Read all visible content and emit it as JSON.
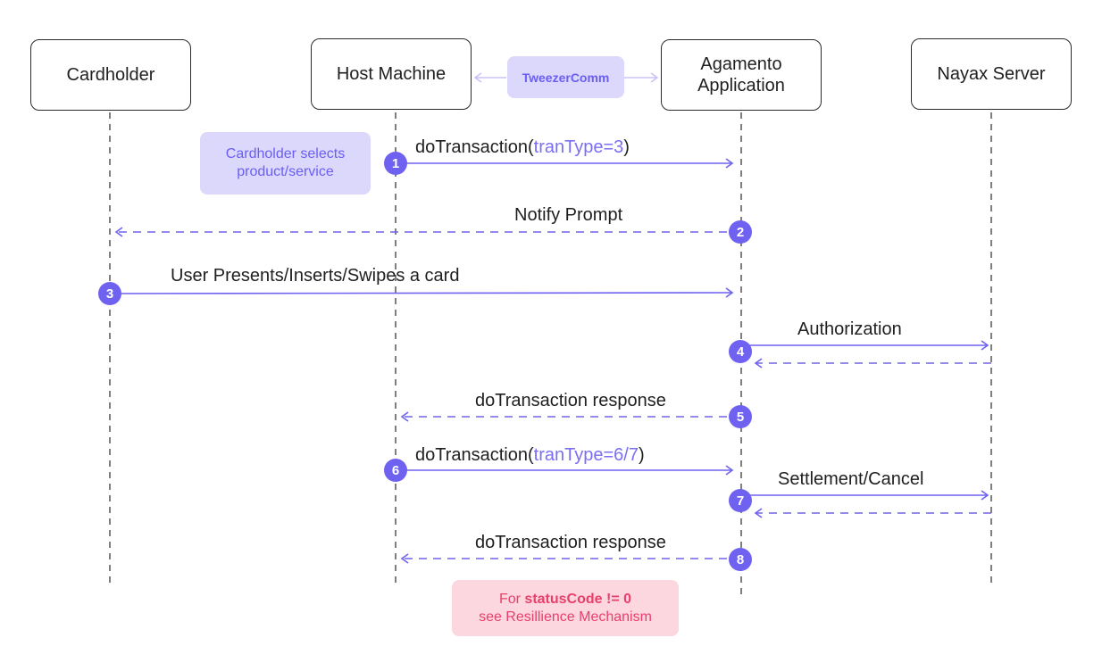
{
  "colors": {
    "accent": "#6f62f0",
    "accent_light": "#dcd8fb",
    "warn_bg": "#fdd7df",
    "warn_text": "#e8406a",
    "line": "#555555"
  },
  "participants": [
    {
      "id": "cardholder",
      "label": "Cardholder"
    },
    {
      "id": "host",
      "label": "Host Machine"
    },
    {
      "id": "agamento",
      "label": "Agamento\nApplication"
    },
    {
      "id": "nayax",
      "label": "Nayax Server"
    }
  ],
  "tweezer_label": "TweezerComm",
  "note_selects": "Cardholder selects\nproduct/service",
  "warning": {
    "prefix": "For ",
    "bold": "statusCode != 0",
    "line2": "see Resillience Mechanism"
  },
  "messages": [
    {
      "step": "1",
      "text": "doTransaction(",
      "param": "tranType=3",
      "close": ")"
    },
    {
      "step": "2",
      "text": "Notify Prompt"
    },
    {
      "step": "3",
      "text": "User Presents/Inserts/Swipes a card"
    },
    {
      "step": "4",
      "text": "Authorization"
    },
    {
      "step": "5",
      "text": "doTransaction response"
    },
    {
      "step": "6",
      "text": "doTransaction(",
      "param": "tranType=6/7",
      "close": ")"
    },
    {
      "step": "7",
      "text": "Settlement/Cancel"
    },
    {
      "step": "8",
      "text": "doTransaction response"
    }
  ]
}
